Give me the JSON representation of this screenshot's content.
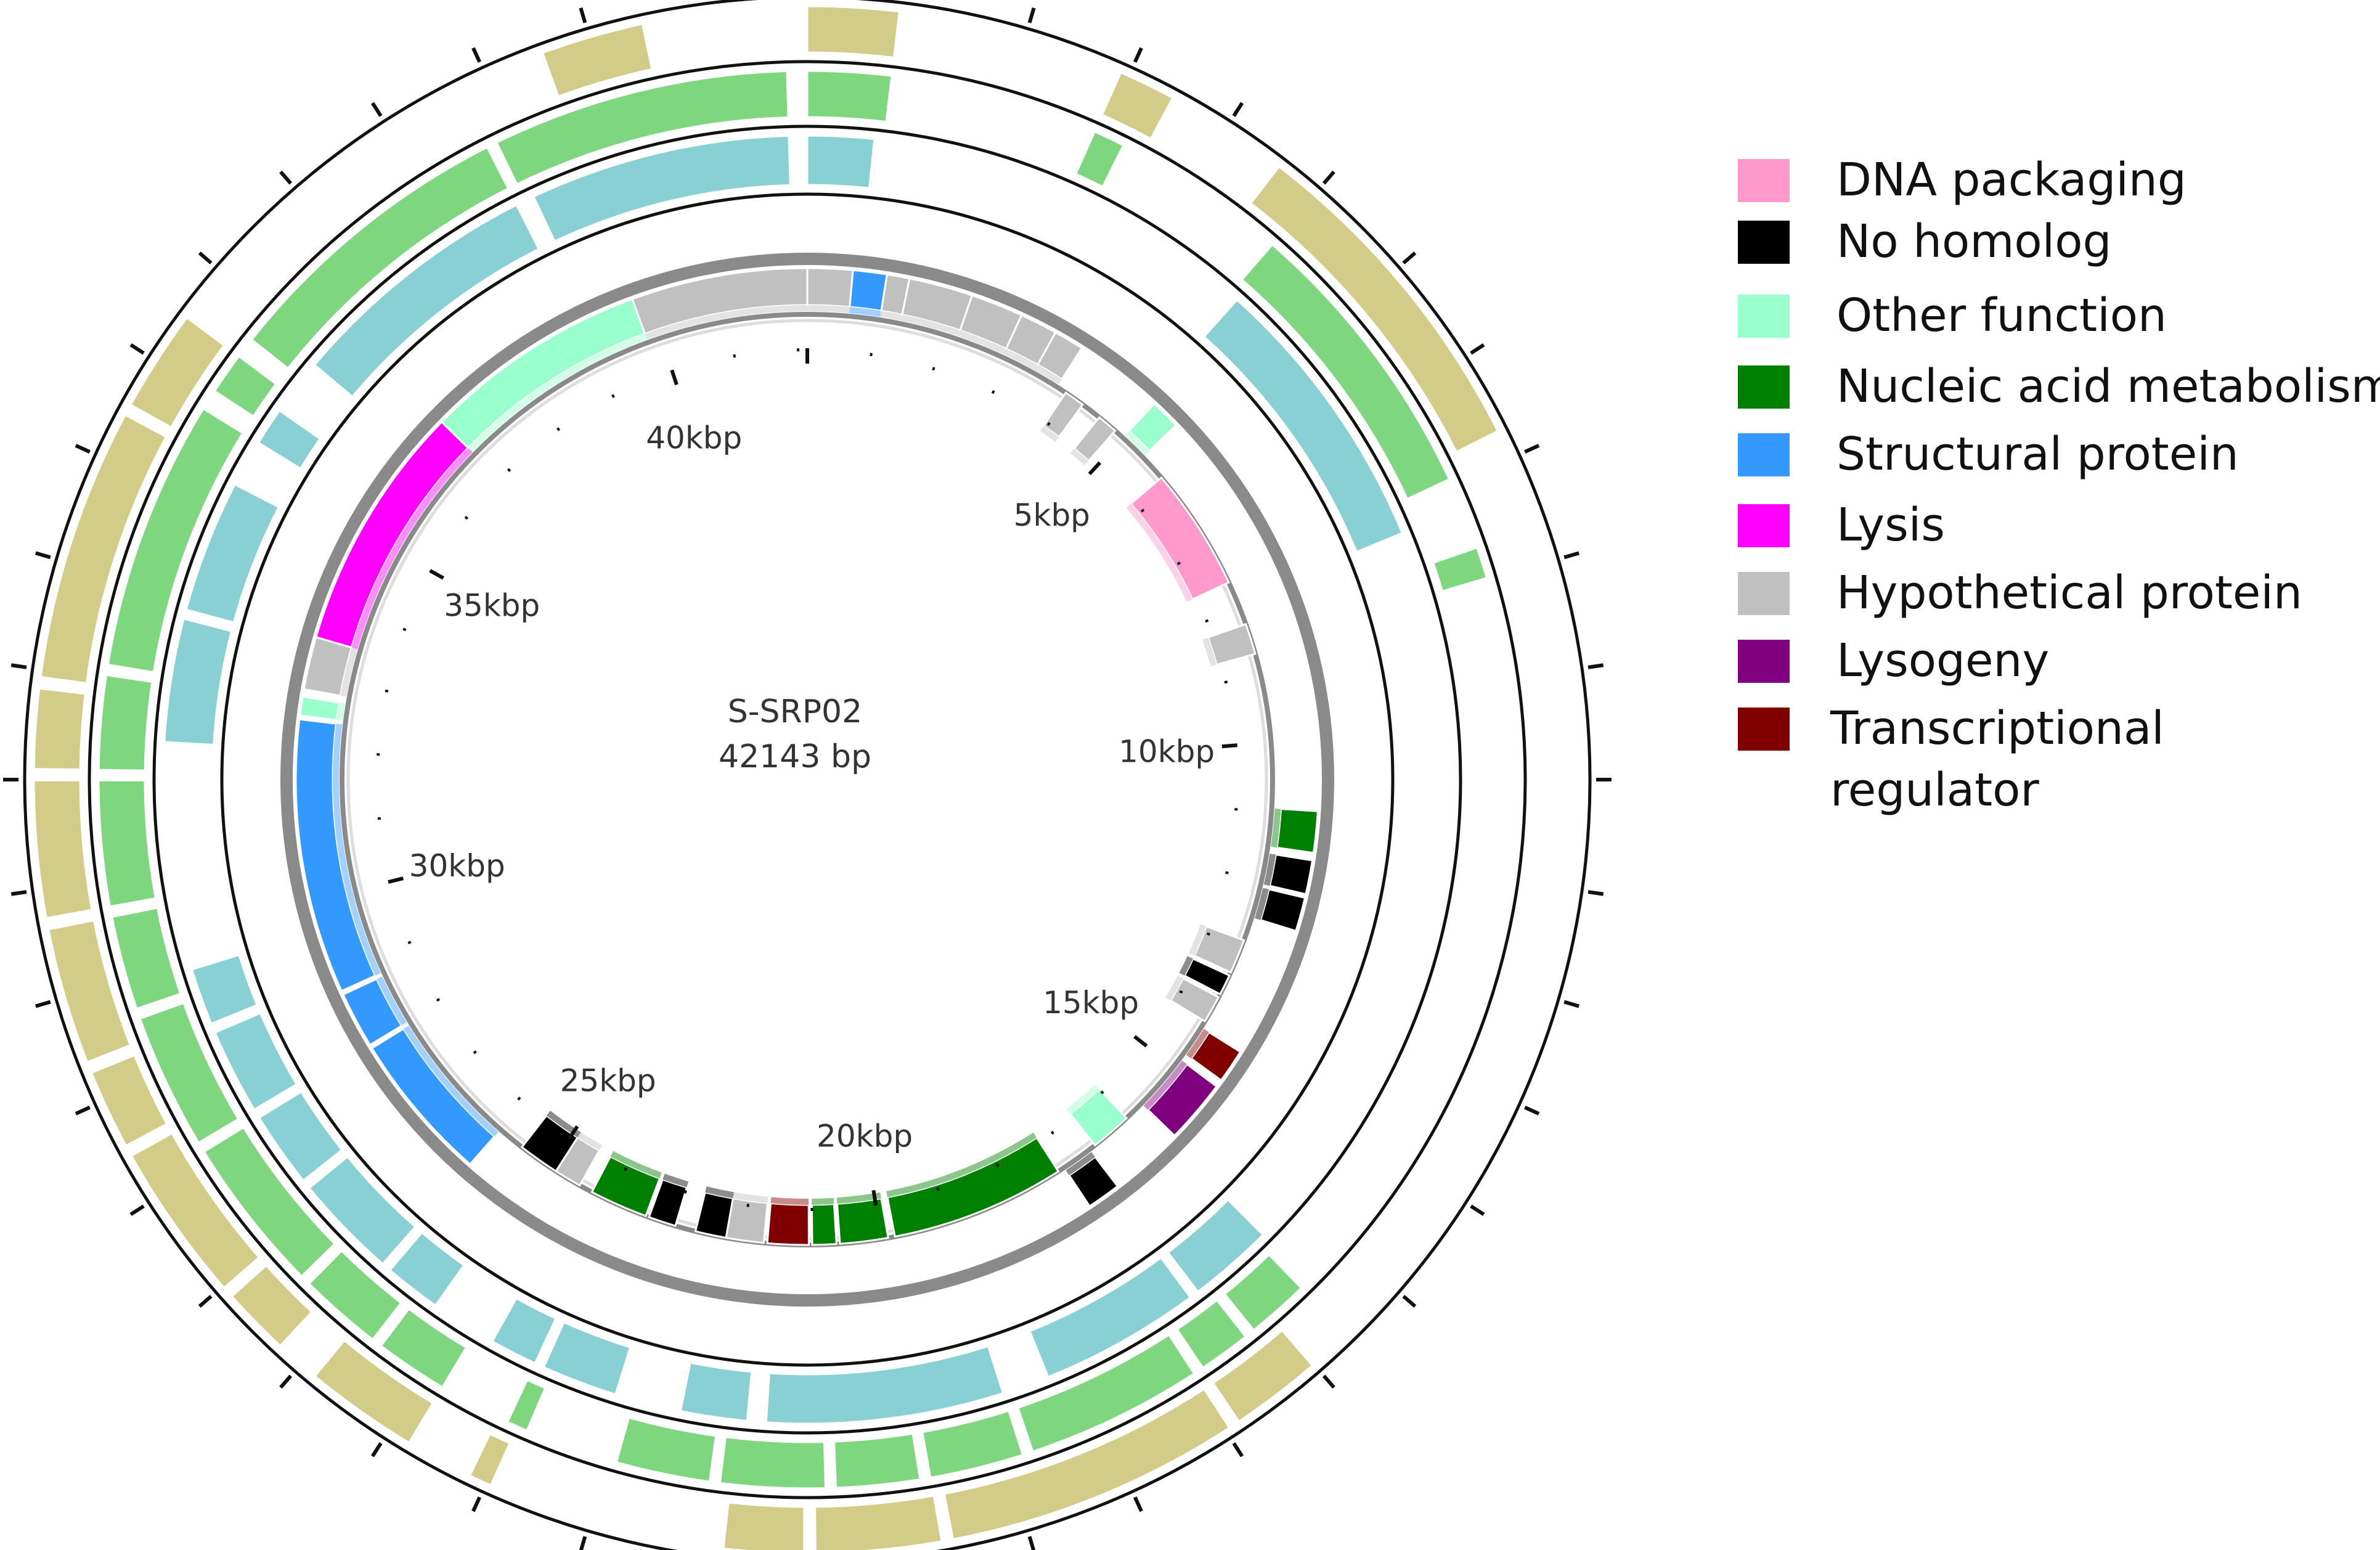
{
  "genome": {
    "name": "S-SRP02",
    "length_label": "42143 bp",
    "length_bp": 42143
  },
  "ticks": [
    {
      "label": "5kbp",
      "bp": 5000
    },
    {
      "label": "10kbp",
      "bp": 10000
    },
    {
      "label": "15kbp",
      "bp": 15000
    },
    {
      "label": "20kbp",
      "bp": 20000
    },
    {
      "label": "25kbp",
      "bp": 25000
    },
    {
      "label": "30kbp",
      "bp": 30000
    },
    {
      "label": "35kbp",
      "bp": 35000
    },
    {
      "label": "40kbp",
      "bp": 40000
    }
  ],
  "legend": [
    {
      "key": "dna",
      "label": "DNA packaging",
      "color": "#ff99cc"
    },
    {
      "key": "nohom",
      "label": "No homolog",
      "color": "#000000"
    },
    {
      "key": "other",
      "label": "Other function",
      "color": "#99ffcc"
    },
    {
      "key": "nucleic",
      "label": "Nucleic acid metabolism",
      "color": "#008000"
    },
    {
      "key": "struct",
      "label": "Structural protein",
      "color": "#3399ff"
    },
    {
      "key": "lysis",
      "label": "Lysis",
      "color": "#ff00ff"
    },
    {
      "key": "hypo",
      "label": "Hypothetical protein",
      "color": "#c0c0c0"
    },
    {
      "key": "lysogeny",
      "label": "Lysogeny",
      "color": "#800080"
    },
    {
      "key": "trans",
      "label": "Transcriptional regulator",
      "label_line1": "Transcriptional",
      "label_line2": "regulator",
      "color": "#800000"
    }
  ],
  "genes": [
    {
      "start": 0,
      "end": 600,
      "cat": "hypo",
      "strand": "+"
    },
    {
      "start": 600,
      "end": 1050,
      "cat": "struct",
      "strand": "+"
    },
    {
      "start": 1050,
      "end": 1350,
      "cat": "hypo",
      "strand": "+"
    },
    {
      "start": 1350,
      "end": 2200,
      "cat": "hypo",
      "strand": "+"
    },
    {
      "start": 2200,
      "end": 2900,
      "cat": "hypo",
      "strand": "+"
    },
    {
      "start": 2900,
      "end": 3400,
      "cat": "hypo",
      "strand": "+"
    },
    {
      "start": 3400,
      "end": 3800,
      "cat": "hypo",
      "strand": "+"
    },
    {
      "start": 3950,
      "end": 4250,
      "cat": "hypo",
      "strand": "-"
    },
    {
      "start": 4550,
      "end": 4850,
      "cat": "hypo",
      "strand": "-"
    },
    {
      "start": 5000,
      "end": 5400,
      "cat": "other",
      "strand": "+"
    },
    {
      "start": 5800,
      "end": 7600,
      "cat": "dna",
      "strand": "-"
    },
    {
      "start": 8250,
      "end": 8700,
      "cat": "hypo",
      "strand": "-"
    },
    {
      "start": 10950,
      "end": 11500,
      "cat": "nucleic",
      "strand": "+"
    },
    {
      "start": 11600,
      "end": 12050,
      "cat": "nohom",
      "strand": "+"
    },
    {
      "start": 12100,
      "end": 12550,
      "cat": "nohom",
      "strand": "+"
    },
    {
      "start": 12900,
      "end": 13400,
      "cat": "hypo",
      "strand": "-"
    },
    {
      "start": 13450,
      "end": 13750,
      "cat": "nohom",
      "strand": "-"
    },
    {
      "start": 13800,
      "end": 14200,
      "cat": "hypo",
      "strand": "-"
    },
    {
      "start": 14300,
      "end": 14750,
      "cat": "trans",
      "strand": "+"
    },
    {
      "start": 14850,
      "end": 15700,
      "cat": "lysogeny",
      "strand": "+"
    },
    {
      "start": 16000,
      "end": 16600,
      "cat": "other",
      "strand": "-"
    },
    {
      "start": 16700,
      "end": 17150,
      "cat": "nohom",
      "strand": "+"
    },
    {
      "start": 17250,
      "end": 19800,
      "cat": "nucleic",
      "strand": "-"
    },
    {
      "start": 19900,
      "end": 20600,
      "cat": "nucleic",
      "strand": "-"
    },
    {
      "start": 20650,
      "end": 21000,
      "cat": "nucleic",
      "strand": "-"
    },
    {
      "start": 21050,
      "end": 21650,
      "cat": "trans",
      "strand": "-"
    },
    {
      "start": 21700,
      "end": 22250,
      "cat": "hypo",
      "strand": "-"
    },
    {
      "start": 22250,
      "end": 22700,
      "cat": "nohom",
      "strand": "-"
    },
    {
      "start": 23000,
      "end": 23400,
      "cat": "nohom",
      "strand": "-"
    },
    {
      "start": 23450,
      "end": 24300,
      "cat": "nucleic",
      "strand": "-"
    },
    {
      "start": 24500,
      "end": 24900,
      "cat": "hypo",
      "strand": "-"
    },
    {
      "start": 24900,
      "end": 25500,
      "cat": "nohom",
      "strand": "-"
    },
    {
      "start": 25900,
      "end": 27900,
      "cat": "struct",
      "strand": "+"
    },
    {
      "start": 27950,
      "end": 28700,
      "cat": "struct",
      "strand": "+"
    },
    {
      "start": 28750,
      "end": 32400,
      "cat": "struct",
      "strand": "+"
    },
    {
      "start": 32450,
      "end": 32700,
      "cat": "other",
      "strand": "+"
    },
    {
      "start": 32800,
      "end": 33500,
      "cat": "hypo",
      "strand": "+"
    },
    {
      "start": 33500,
      "end": 36800,
      "cat": "lysis",
      "strand": "+"
    },
    {
      "start": 36800,
      "end": 39800,
      "cat": "other",
      "strand": "+"
    },
    {
      "start": 39800,
      "end": 42143,
      "cat": "hypo",
      "strand": "+"
    }
  ],
  "homology_rings": [
    {
      "ring": 1,
      "color": "#88d0d4",
      "segments": [
        [
          0,
          700
        ],
        [
          4900,
          7900
        ],
        [
          15800,
          16700
        ],
        [
          16800,
          18500
        ],
        [
          19000,
          21500
        ],
        [
          21700,
          22400
        ],
        [
          23100,
          23900
        ],
        [
          24000,
          24500
        ],
        [
          25200,
          25800
        ],
        [
          25900,
          27000
        ],
        [
          27100,
          27900
        ],
        [
          28000,
          28900
        ],
        [
          29000,
          29600
        ],
        [
          32000,
          33300
        ],
        [
          33400,
          34800
        ],
        [
          35300,
          35700
        ],
        [
          36300,
          39000
        ],
        [
          39200,
          41950
        ]
      ]
    },
    {
      "ring": 2,
      "color": "#7ed67e",
      "segments": [
        [
          0,
          800
        ],
        [
          2800,
          3100
        ],
        [
          4800,
          7600
        ],
        [
          8300,
          8600
        ],
        [
          15900,
          16500
        ],
        [
          16600,
          17100
        ],
        [
          17200,
          18900
        ],
        [
          19000,
          19900
        ],
        [
          20000,
          20800
        ],
        [
          20900,
          21900
        ],
        [
          22000,
          22900
        ],
        [
          23800,
          24000
        ],
        [
          24700,
          25400
        ],
        [
          25500,
          26300
        ],
        [
          26400,
          27900
        ],
        [
          28000,
          29300
        ],
        [
          29400,
          30300
        ],
        [
          30400,
          31600
        ],
        [
          31700,
          32600
        ],
        [
          32700,
          35300
        ],
        [
          35500,
          35900
        ],
        [
          36100,
          39000
        ],
        [
          39100,
          41950
        ]
      ]
    },
    {
      "ring": 3,
      "color": "#d2cc88",
      "segments": [
        [
          0,
          800
        ],
        [
          2800,
          3300
        ],
        [
          4400,
          7400
        ],
        [
          16300,
          17100
        ],
        [
          17200,
          19800
        ],
        [
          19900,
          21000
        ],
        [
          21100,
          21800
        ],
        [
          23900,
          24100
        ],
        [
          24700,
          25700
        ],
        [
          26100,
          26700
        ],
        [
          26800,
          28200
        ],
        [
          28300,
          29000
        ],
        [
          29100,
          30300
        ],
        [
          30400,
          31600
        ],
        [
          31700,
          32400
        ],
        [
          32500,
          34900
        ],
        [
          35000,
          35900
        ],
        [
          39800,
          40700
        ]
      ]
    }
  ]
}
